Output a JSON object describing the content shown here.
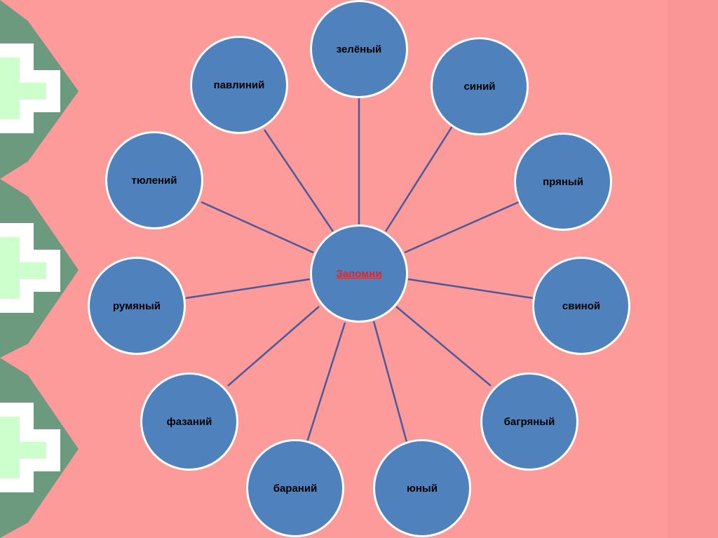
{
  "diagram": {
    "center": {
      "label": "Запомни"
    },
    "nodes": [
      {
        "label": "зелёный"
      },
      {
        "label": "синий"
      },
      {
        "label": "пряный"
      },
      {
        "label": "свиной"
      },
      {
        "label": "багряный"
      },
      {
        "label": "юный"
      },
      {
        "label": "бараний"
      },
      {
        "label": "фазаний"
      },
      {
        "label": "румяный"
      },
      {
        "label": "тюлений"
      },
      {
        "label": "павлиний"
      }
    ]
  },
  "colors": {
    "background": "#fd9a9a",
    "node_fill": "#4f81bd",
    "node_border": "#ffffff",
    "connector": "#4a5a9a",
    "center_text": "#e3262a",
    "ornament_green": "#6b9a7e",
    "ornament_light": "#ccffcc"
  }
}
